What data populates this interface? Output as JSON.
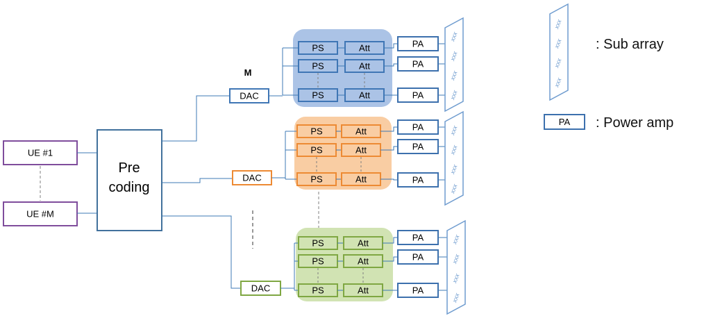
{
  "users": [
    "UE #1",
    "UE #M"
  ],
  "precoder": {
    "line1": "Pre",
    "line2": "coding"
  },
  "m_label": "M",
  "branches": [
    {
      "color_name": "blue",
      "stroke": "#3f76b5",
      "fill": "#abc3e6",
      "dac": "DAC",
      "ps": "PS",
      "att": "Att",
      "pa": "PA",
      "antenna_mark": "xxx"
    },
    {
      "color_name": "orange",
      "stroke": "#ed8a33",
      "fill": "#f9cda3",
      "dac": "DAC",
      "ps": "PS",
      "att": "Att",
      "pa": "PA",
      "antenna_mark": "xxx"
    },
    {
      "color_name": "green",
      "stroke": "#7fa742",
      "fill": "#d1e3b3",
      "dac": "DAC",
      "ps": "PS",
      "att": "Att",
      "pa": "PA",
      "antenna_mark": "xxx"
    }
  ],
  "legend": {
    "sub_array": ": Sub array",
    "pa_box": "PA",
    "power_amp": ": Power amp",
    "antenna_mark": "xxx"
  },
  "colors": {
    "ue_border": "#7f4d9c",
    "precoder_border": "#41719c",
    "wire": "#3c78b4",
    "pa_border": "#3c70ad",
    "dash": "#7f7f7f"
  }
}
